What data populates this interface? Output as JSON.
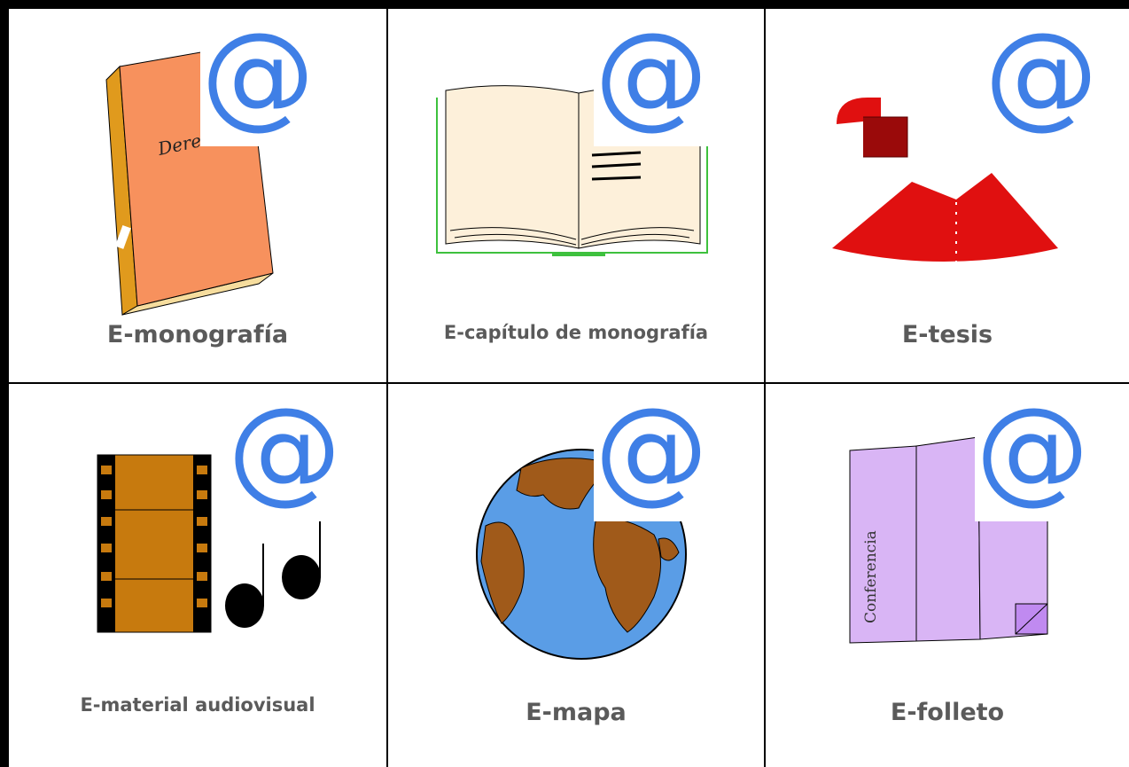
{
  "cells": [
    {
      "label": "E-monografía",
      "icon": "book-icon",
      "book_text": "Derec"
    },
    {
      "label": "E-capítulo de monografía",
      "icon": "open-book-icon"
    },
    {
      "label": "E-tesis",
      "icon": "graduate-gown-icon"
    },
    {
      "label": "E-material audiovisual",
      "icon": "film-music-icon"
    },
    {
      "label": "E-mapa",
      "icon": "globe-icon"
    },
    {
      "label": "E-folleto",
      "icon": "brochure-icon",
      "brochure_text": "Conferencia"
    }
  ],
  "at_symbol": "@",
  "colors": {
    "at_blue": "#3f7fe6",
    "label_gray": "#5a5a5a",
    "grid": "#000000"
  }
}
